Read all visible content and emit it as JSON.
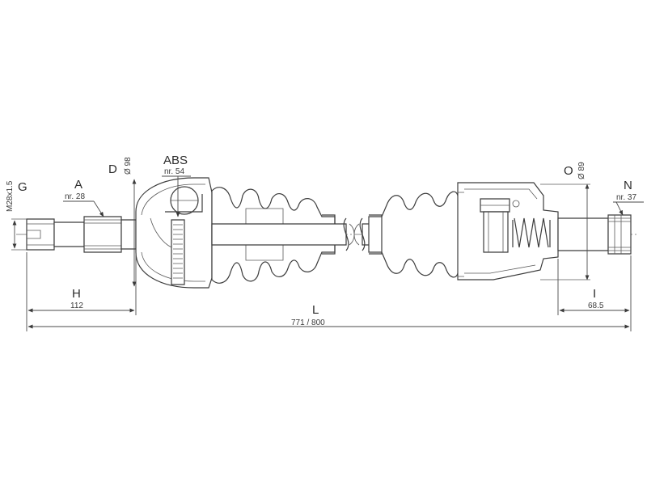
{
  "labels": {
    "abs": {
      "letter": "ABS",
      "note": "nr. 54"
    },
    "d": {
      "letter": "D",
      "value": "Ø 98"
    },
    "o": {
      "letter": "O",
      "value": "Ø 89"
    },
    "g": {
      "letter": "G",
      "value": "M28x1.5"
    },
    "a": {
      "letter": "A",
      "note": "nr. 28"
    },
    "n": {
      "letter": "N",
      "note": "nr. 37"
    },
    "h": {
      "letter": "H",
      "value": "112"
    },
    "i": {
      "letter": "I",
      "value": "68.5"
    },
    "l": {
      "letter": "L",
      "value": "771 / 800"
    }
  }
}
